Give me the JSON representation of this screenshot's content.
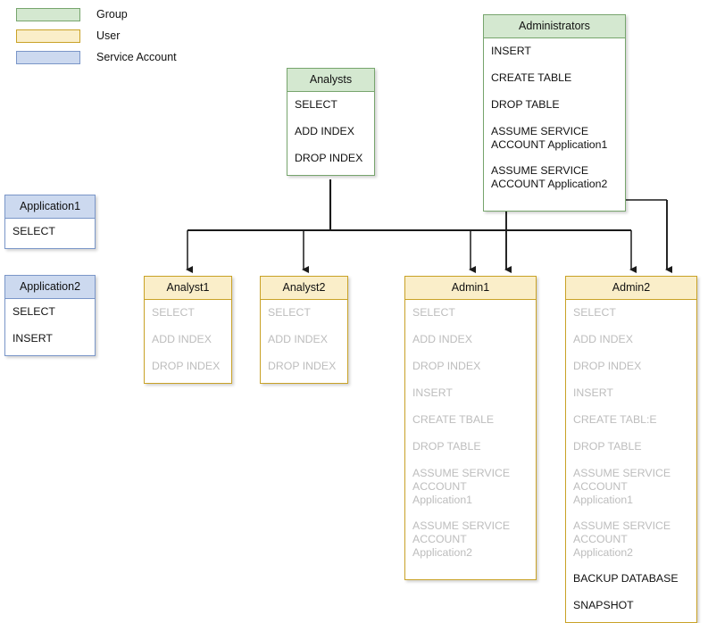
{
  "legend": {
    "items": [
      {
        "label": "Group",
        "type": "group",
        "swatch_color": "#d4e8d0"
      },
      {
        "label": "User",
        "type": "user",
        "swatch_color": "#faeec9"
      },
      {
        "label": "Service Account",
        "type": "service",
        "swatch_color": "#ccd9ef"
      }
    ]
  },
  "nodes": {
    "analysts": {
      "title": "Analysts",
      "type": "group",
      "permissions": [
        {
          "text": "SELECT",
          "inherited": false
        },
        {
          "text": "ADD INDEX",
          "inherited": false
        },
        {
          "text": "DROP INDEX",
          "inherited": false
        }
      ]
    },
    "administrators": {
      "title": "Administrators",
      "type": "group",
      "permissions": [
        {
          "text": "INSERT",
          "inherited": false
        },
        {
          "text": "CREATE TABLE",
          "inherited": false
        },
        {
          "text": "DROP TABLE",
          "inherited": false
        },
        {
          "text": "ASSUME SERVICE\nACCOUNT Application1",
          "inherited": false
        },
        {
          "text": "ASSUME SERVICE\nACCOUNT Application2",
          "inherited": false
        }
      ]
    },
    "application1": {
      "title": "Application1",
      "type": "service",
      "permissions": [
        {
          "text": "SELECT",
          "inherited": false
        }
      ]
    },
    "application2": {
      "title": "Application2",
      "type": "service",
      "permissions": [
        {
          "text": "SELECT",
          "inherited": false
        },
        {
          "text": "INSERT",
          "inherited": false
        }
      ]
    },
    "analyst1": {
      "title": "Analyst1",
      "type": "user",
      "permissions": [
        {
          "text": "SELECT",
          "inherited": true
        },
        {
          "text": "ADD INDEX",
          "inherited": true
        },
        {
          "text": "DROP INDEX",
          "inherited": true
        }
      ]
    },
    "analyst2": {
      "title": "Analyst2",
      "type": "user",
      "permissions": [
        {
          "text": "SELECT",
          "inherited": true
        },
        {
          "text": "ADD INDEX",
          "inherited": true
        },
        {
          "text": "DROP INDEX",
          "inherited": true
        }
      ]
    },
    "admin1": {
      "title": "Admin1",
      "type": "user",
      "permissions": [
        {
          "text": "SELECT",
          "inherited": true
        },
        {
          "text": "ADD INDEX",
          "inherited": true
        },
        {
          "text": "DROP INDEX",
          "inherited": true
        },
        {
          "text": "INSERT",
          "inherited": true
        },
        {
          "text": "CREATE TBALE",
          "inherited": true
        },
        {
          "text": "DROP TABLE",
          "inherited": true
        },
        {
          "text": "ASSUME SERVICE\nACCOUNT Application1",
          "inherited": true
        },
        {
          "text": "ASSUME SERVICE\nACCOUNT Application2",
          "inherited": true
        }
      ]
    },
    "admin2": {
      "title": "Admin2",
      "type": "user",
      "permissions": [
        {
          "text": "SELECT",
          "inherited": true
        },
        {
          "text": "ADD INDEX",
          "inherited": true
        },
        {
          "text": "DROP INDEX",
          "inherited": true
        },
        {
          "text": "INSERT",
          "inherited": true
        },
        {
          "text": "CREATE TABL:E",
          "inherited": true
        },
        {
          "text": "DROP TABLE",
          "inherited": true
        },
        {
          "text": "ASSUME SERVICE\nACCOUNT Application1",
          "inherited": true
        },
        {
          "text": "ASSUME SERVICE\nACCOUNT Application2",
          "inherited": true
        },
        {
          "text": "BACKUP DATABASE",
          "inherited": false
        },
        {
          "text": "SNAPSHOT",
          "inherited": false
        }
      ]
    }
  },
  "edges": {
    "analysts_to": [
      "Analyst1",
      "Analyst2",
      "Admin1",
      "Admin2"
    ],
    "administrators_to": [
      "Admin1",
      "Admin2"
    ]
  },
  "colors": {
    "group": "#d4e8d0",
    "user": "#faeec9",
    "service": "#ccd9ef",
    "inherited_text": "#bdbdbd",
    "own_text": "#111111",
    "edge": "#1a1a1a"
  }
}
